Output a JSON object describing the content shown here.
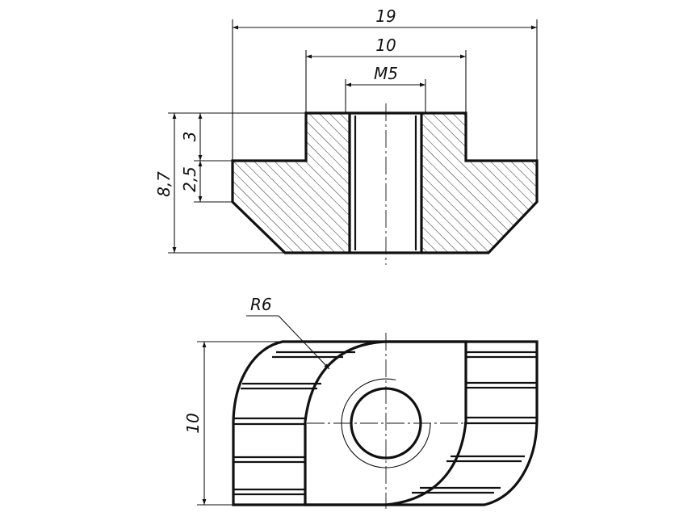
{
  "drawing": {
    "title": "",
    "dimensions": {
      "overall_width": "19",
      "top_width": "10",
      "thread": "M5",
      "total_height": "8,7",
      "step_height": "3",
      "mid_height": "2,5",
      "radius": "R6",
      "plan_height": "10"
    },
    "line_color": "#111111",
    "background_color": "#ffffff"
  }
}
